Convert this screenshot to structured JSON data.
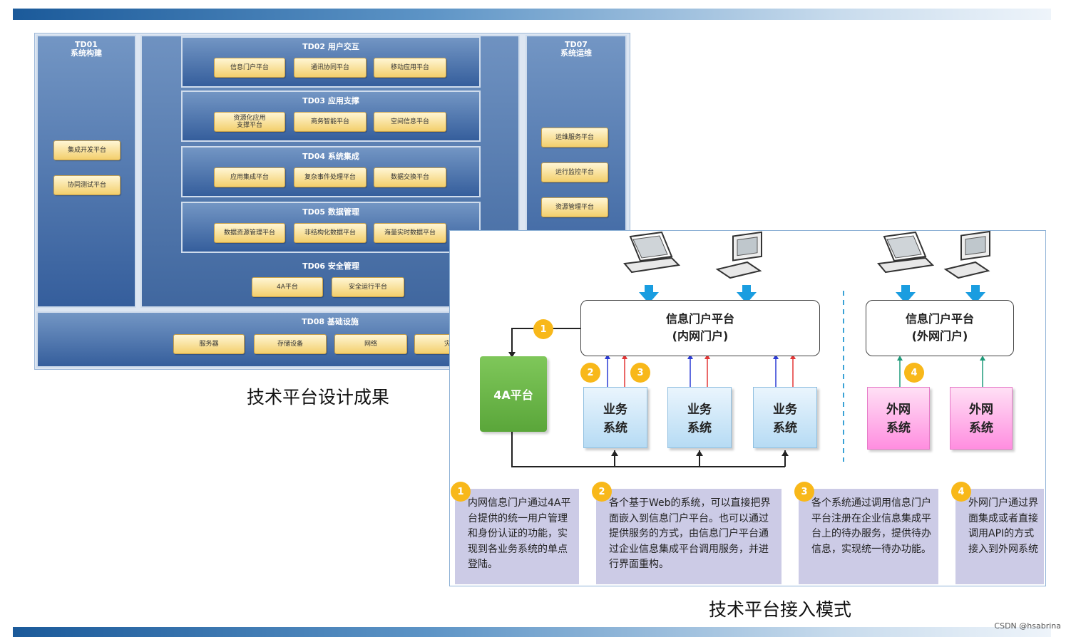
{
  "design_panel": {
    "td01": "TD01\n系统构建",
    "td01_items": [
      "集成开发平台",
      "协同测试平台"
    ],
    "td02": "TD02 用户交互",
    "td02_items": [
      "信息门户平台",
      "通讯协同平台",
      "移动应用平台"
    ],
    "td03": "TD03 应用支撑",
    "td03_items": [
      "资源化应用\n支撑平台",
      "商务智能平台",
      "空间信息平台"
    ],
    "td04": "TD04 系统集成",
    "td04_items": [
      "应用集成平台",
      "复杂事件处理平台",
      "数据交换平台"
    ],
    "td05": "TD05 数据管理",
    "td05_items": [
      "数据资源管理平台",
      "非结构化数据平台",
      "海量实时数据平台"
    ],
    "td06": "TD06 安全管理",
    "td06_items": [
      "4A平台",
      "安全运行平台"
    ],
    "td07": "TD07\n系统运维",
    "td07_items": [
      "运维服务平台",
      "运行监控平台",
      "资源管理平台"
    ],
    "td08": "TD08 基础设施",
    "td08_items": [
      "服务器",
      "存储设备",
      "网络",
      "灾备"
    ]
  },
  "caption_design": "技术平台设计成果",
  "access_panel": {
    "portal_internal": "信息门户平台\n(内网门户)",
    "portal_external": "信息门户平台\n(外网门户)",
    "platform_4a": "4A平台",
    "biz_system": "业务\n系统",
    "ext_system": "外网\n系统",
    "badges": [
      "1",
      "2",
      "3",
      "4"
    ],
    "notes": [
      {
        "num": "1",
        "text": "内网信息门户通过4A平台提供的统一用户管理和身份认证的功能，实现到各业务系统的单点登陆。"
      },
      {
        "num": "2",
        "text": "各个基于Web的系统，可以直接把界面嵌入到信息门户平台。也可以通过提供服务的方式，由信息门户平台通过企业信息集成平台调用服务，并进行界面重构。"
      },
      {
        "num": "3",
        "text": "各个系统通过调用信息门户平台注册在企业信息集成平台上的待办服务，提供待办信息，实现统一待办功能。"
      },
      {
        "num": "4",
        "text": "外网门户通过界面集成或者直接调用API的方式接入到外网系统"
      }
    ]
  },
  "caption_access": "技术平台接入模式",
  "watermark": "CSDN @hsabrina",
  "colors": {
    "accent": "#f8b81a",
    "panel_blue": "#355e9c",
    "green": "#5aa63a",
    "pink": "#ff8ee0"
  }
}
